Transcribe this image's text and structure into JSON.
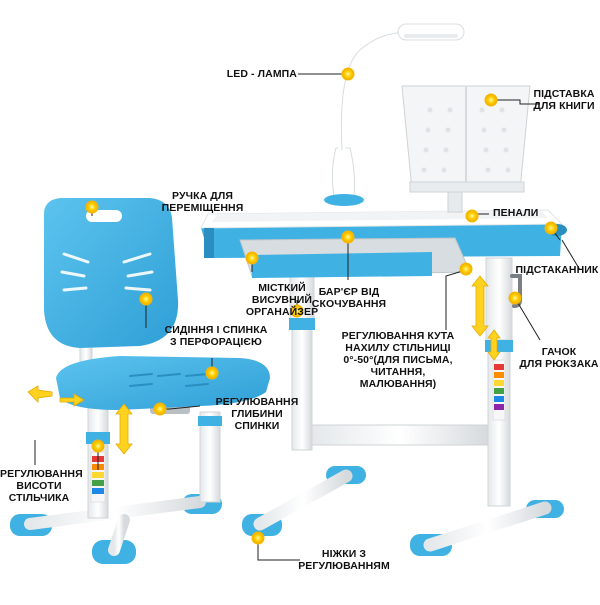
{
  "labels": {
    "led_lamp": "LED - ЛАМПА",
    "book_stand": "ПІДСТАВКА\nДЛЯ КНИГИ",
    "handle": "РУЧКА ДЛЯ\nПЕРЕМІЩЕННЯ",
    "pencil_cases": "ПЕНАЛИ",
    "cup_holder": "ПІДСТАКАННИК",
    "organizer": "МІСТКИЙ\nВИСУВНИЙ\nОРГАНАЙЗЕР",
    "slide_barrier": "БАР'ЄР ВІД\nСКОЧУВАННЯ",
    "seat_back": "СИДІННЯ І СПИНКА\nЗ ПЕРФОРАЦІЄЮ",
    "tilt_adjust": "РЕГУЛЮВАННЯ КУТА\nНАХИЛУ СТІЛЬНИЦІ\n0°-50°(ДЛЯ ПИСЬМА,\nЧИТАННЯ, МАЛЮВАННЯ)",
    "backpack_hook": "ГАЧОК\nДЛЯ РЮКЗАКА",
    "depth_adjust": "РЕГУЛЮВАННЯ\nГЛИБИНИ\nСПИНКИ",
    "height_adjust": "РЕГУЛЮВАННЯ\nВИСОТИ\nСТІЛЬЧИКА",
    "adjustable_feet": "НІЖКИ З\nРЕГУЛЮВАННЯМ"
  },
  "colors": {
    "accent_blue": "#3fb1e3",
    "dark_blue": "#2a8fc0",
    "frame_white": "#f4f6f7",
    "marker_yellow": "#ffcc00",
    "arrow_yellow": "#ffd21f",
    "board_white": "#f7f7f7",
    "line": "#222222"
  },
  "icons": [
    "callout-dot-icon",
    "adjust-arrow-icon"
  ]
}
